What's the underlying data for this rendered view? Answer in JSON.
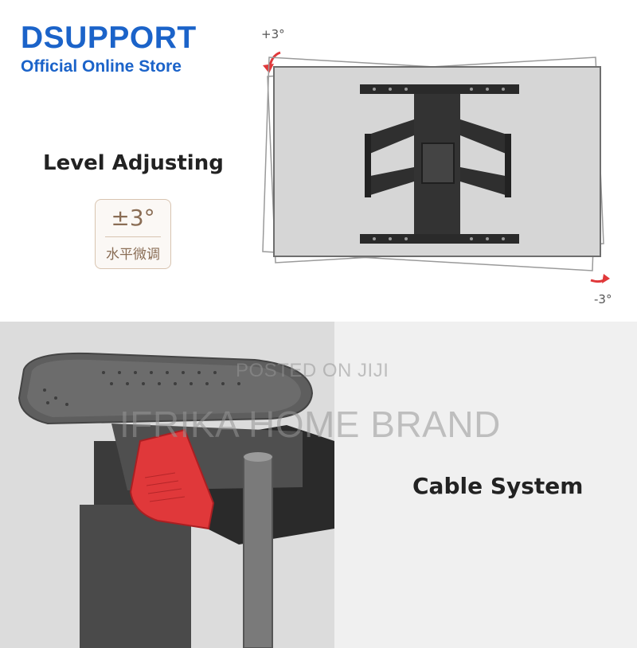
{
  "header": {
    "brand": "DSUPPORT",
    "subtitle": "Official Online Store"
  },
  "level_section": {
    "title": "Level Adjusting",
    "badge_degree": "±3°",
    "badge_label": "水平微调",
    "angle_plus": "+3°",
    "angle_minus": "-3°"
  },
  "cable_section": {
    "title": "Cable System"
  },
  "watermark": {
    "line1": "POSTED ON JIJI",
    "line2": "IFRIKA HOME BRAND"
  },
  "colors": {
    "brand": "#1b63c9",
    "badge": "#8a6d55",
    "accent_red": "#e0383a"
  }
}
